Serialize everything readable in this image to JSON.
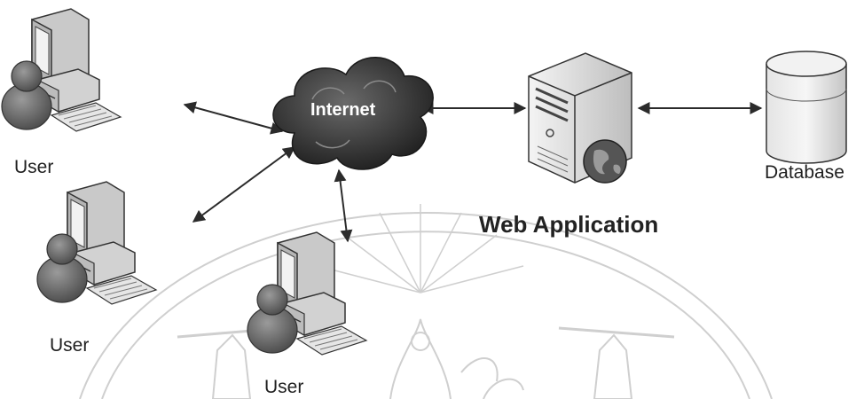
{
  "nodes": {
    "user_top_label": "User",
    "user_middle_label": "User",
    "user_bottom_label": "User",
    "internet_label": "Internet",
    "web_app_label": "Web Application",
    "database_label": "Database"
  },
  "colors": {
    "background": "#ffffff",
    "line": "#2b2b2b",
    "cloud": "#3a3a3a",
    "device_fill": "#dcdcdc",
    "watermark": "#cfcfcf"
  },
  "icons": [
    "computer-icon",
    "user-icon",
    "cloud-icon",
    "server-icon",
    "globe-icon",
    "database-icon",
    "watermark-seal"
  ]
}
